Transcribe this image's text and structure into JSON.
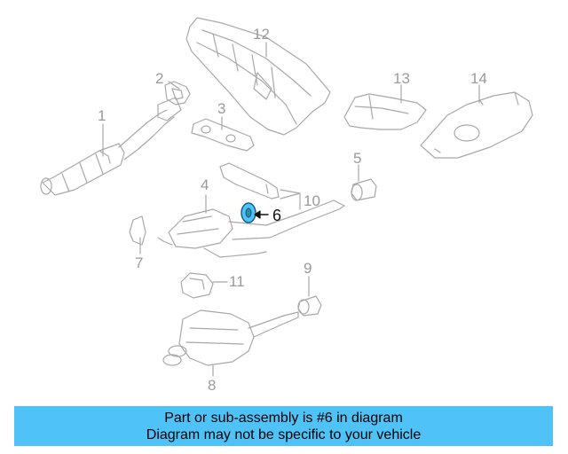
{
  "diagram": {
    "callouts": {
      "c1": "1",
      "c2": "2",
      "c3": "3",
      "c4": "4",
      "c5": "5",
      "c6": "6",
      "c7": "7",
      "c8": "8",
      "c9": "9",
      "c10": "10",
      "c11": "11",
      "c12": "12",
      "c13": "13",
      "c14": "14"
    },
    "highlight_color": "#4fc3f7",
    "line_color": "#a8a8a8"
  },
  "banner": {
    "line1": "Part or sub-assembly is #6 in diagram",
    "line2": "Diagram may not be specific to your vehicle",
    "color": "#4fc3f7"
  }
}
